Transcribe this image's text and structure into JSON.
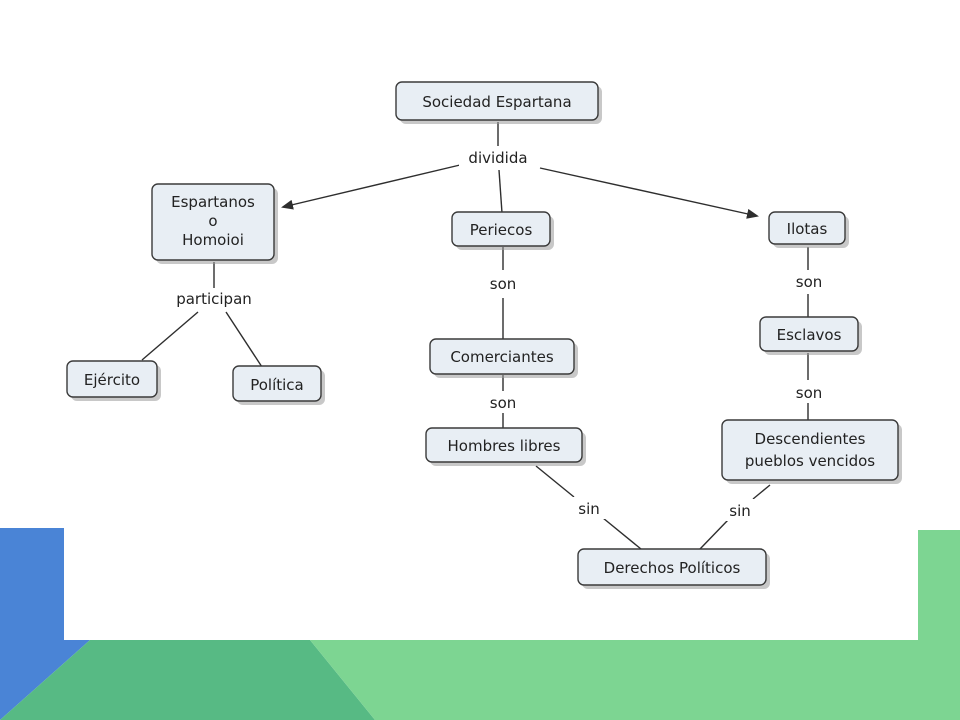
{
  "colors": {
    "background_blue": "#4a84d6",
    "background_green": "#57ba84",
    "background_light_green": "#7dd592",
    "panel": "#ffffff",
    "node_fill": "#e8eef4",
    "node_border": "#3a3a3a"
  },
  "concept_map": {
    "root": "Sociedad Espartana",
    "link_dividida": "dividida",
    "espartanos": [
      "Espartanos",
      "o",
      "Homoioi"
    ],
    "link_participan": "participan",
    "ejercito": "Ejército",
    "politica": "Política",
    "periecos": "Periecos",
    "link_son_periecos": "son",
    "comerciantes": "Comerciantes",
    "link_son_comerciantes": "son",
    "hombres_libres": "Hombres libres",
    "link_sin_left": "sin",
    "ilotas": "Ilotas",
    "link_son_ilotas": "son",
    "esclavos": "Esclavos",
    "link_son_esclavos": "son",
    "descendientes": [
      "Descendientes",
      "pueblos vencidos"
    ],
    "link_sin_right": "sin",
    "derechos": "Derechos Políticos"
  }
}
